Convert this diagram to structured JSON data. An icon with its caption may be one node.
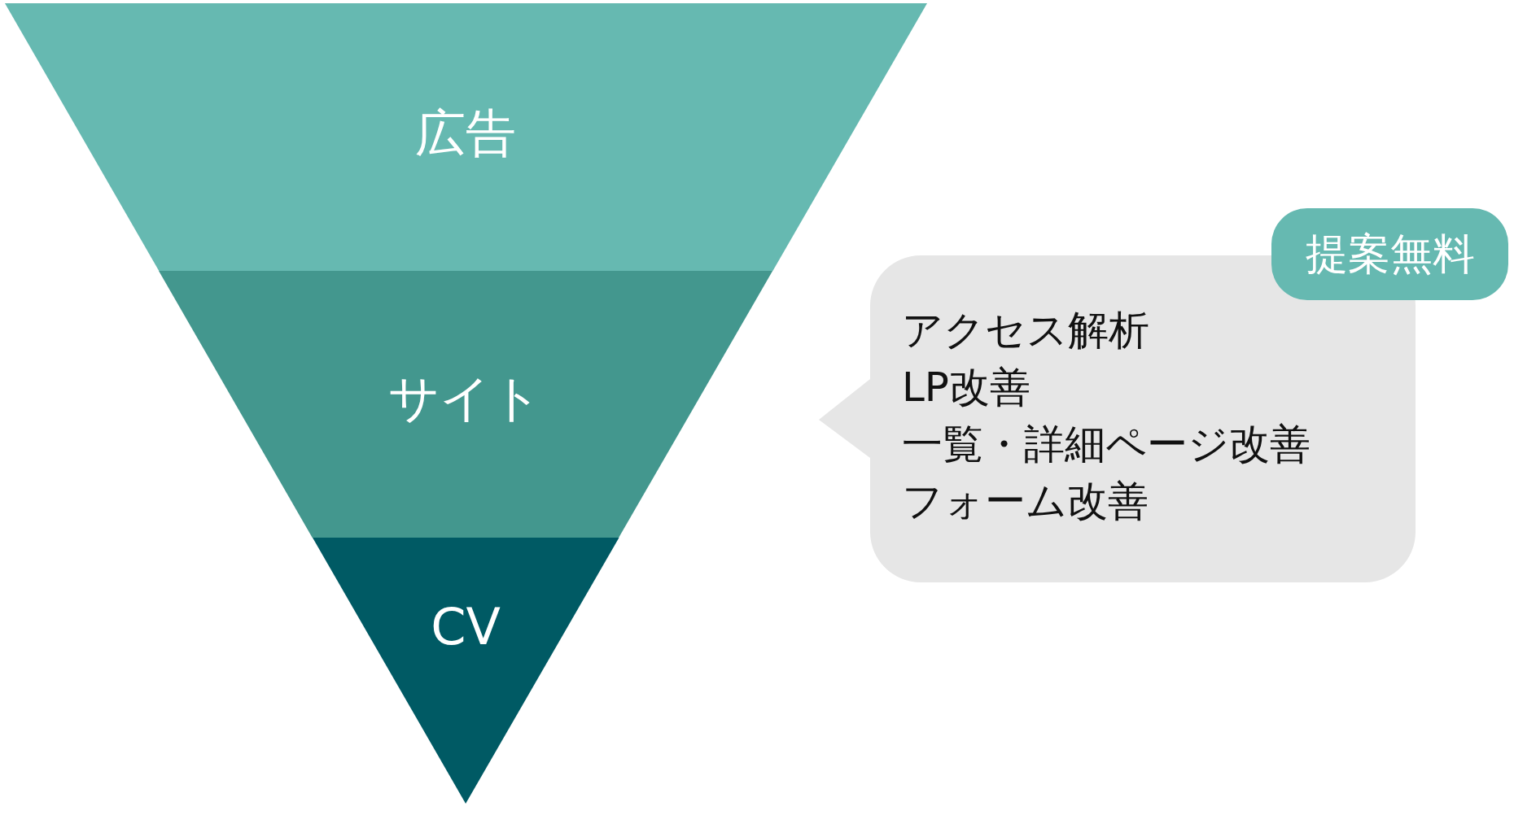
{
  "diagram": {
    "nodes": [
      {
        "text": [
          "広告"
        ]
      },
      {
        "text": [
          "サイト"
        ]
      },
      {
        "text": [
          "CV"
        ]
      },
      {
        "text": [
          "アクセス解析",
          "LP改善",
          "一覧・詳細ページ改善",
          "フォーム改善"
        ]
      },
      {
        "text": [
          "提案無料"
        ]
      }
    ],
    "edges": []
  }
}
